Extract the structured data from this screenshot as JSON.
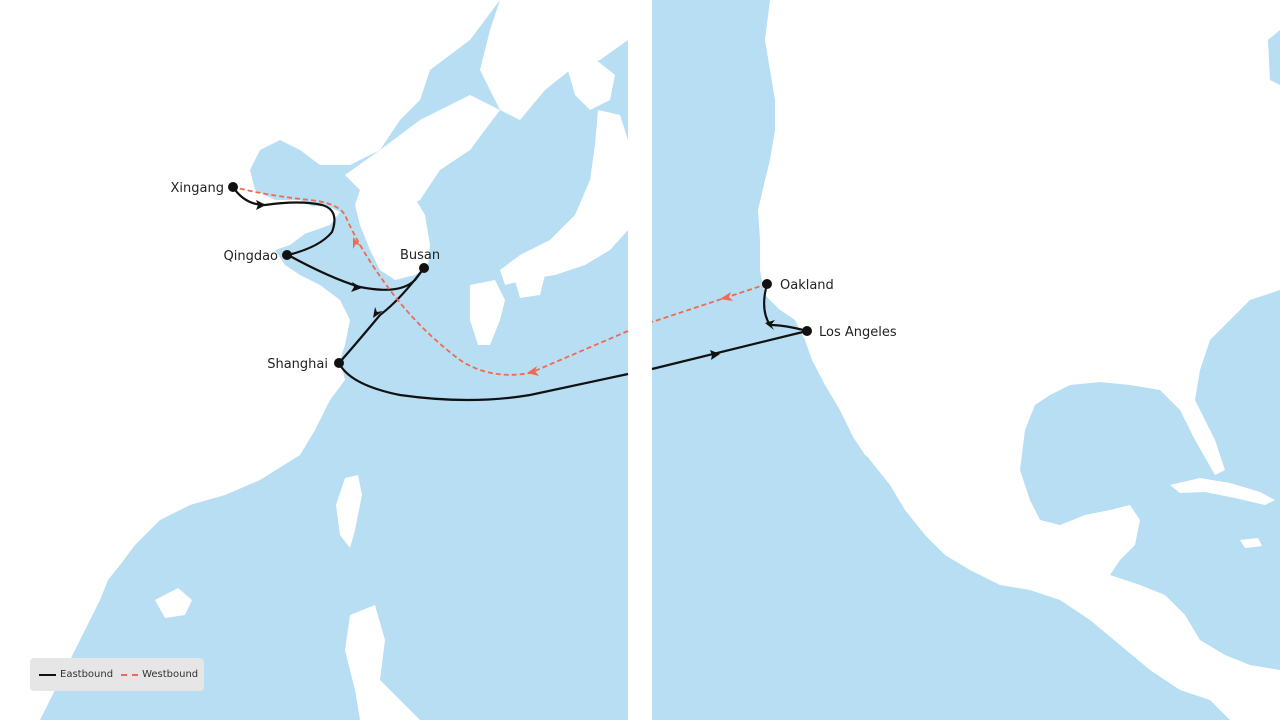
{
  "map": {
    "colors": {
      "sea": "#b7def3",
      "land": "#ffffff",
      "eastbound": "#111111",
      "westbound": "#f06a4f",
      "port": "#111111",
      "divider": "#ffffff"
    }
  },
  "ports": [
    {
      "id": "xingang",
      "name": "Xingang"
    },
    {
      "id": "qingdao",
      "name": "Qingdao"
    },
    {
      "id": "busan",
      "name": "Busan"
    },
    {
      "id": "shanghai",
      "name": "Shanghai"
    },
    {
      "id": "oakland",
      "name": "Oakland"
    },
    {
      "id": "los-angeles",
      "name": "Los Angeles"
    }
  ],
  "routes": {
    "eastbound": [
      "Xingang",
      "Qingdao",
      "Busan",
      "Shanghai",
      "Los Angeles",
      "Oakland"
    ],
    "westbound": [
      "Oakland",
      "Xingang"
    ]
  },
  "legend": {
    "eastbound_label": "Eastbound",
    "westbound_label": "Westbound"
  }
}
